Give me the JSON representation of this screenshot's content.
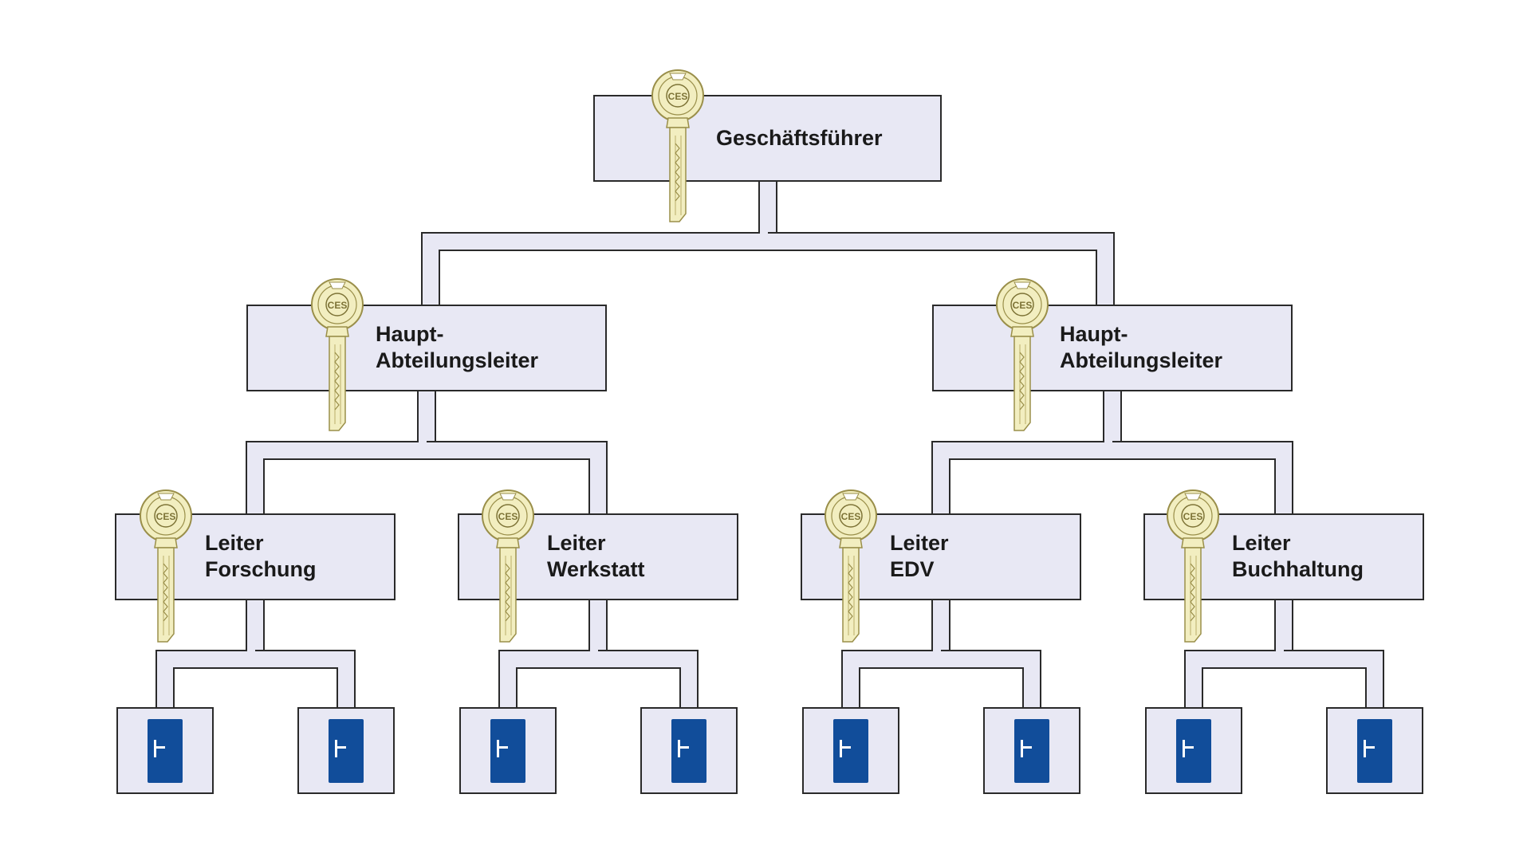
{
  "colors": {
    "box_fill": "#e8e8f4",
    "line": "#2a2a2a",
    "key_fill": "#f2eec0",
    "key_stroke": "#9a8f4a",
    "door": "#114d9a",
    "door_handle": "#ffffff",
    "text": "#1a1a1a"
  },
  "nodes": {
    "root": {
      "line1": "Geschäftsführer",
      "line2": "",
      "icon": "key-icon"
    },
    "head_left": {
      "line1": "Haupt-",
      "line2": "Abteilungsleiter",
      "icon": "key-icon"
    },
    "head_right": {
      "line1": "Haupt-",
      "line2": "Abteilungsleiter",
      "icon": "key-icon"
    },
    "leader_1": {
      "line1": "Leiter",
      "line2": "Forschung",
      "icon": "key-icon"
    },
    "leader_2": {
      "line1": "Leiter",
      "line2": "Werkstatt",
      "icon": "key-icon"
    },
    "leader_3": {
      "line1": "Leiter",
      "line2": "EDV",
      "icon": "key-icon"
    },
    "leader_4": {
      "line1": "Leiter",
      "line2": "Buchhaltung",
      "icon": "key-icon"
    }
  },
  "doors": {
    "count": 8,
    "icon": "door-icon"
  }
}
